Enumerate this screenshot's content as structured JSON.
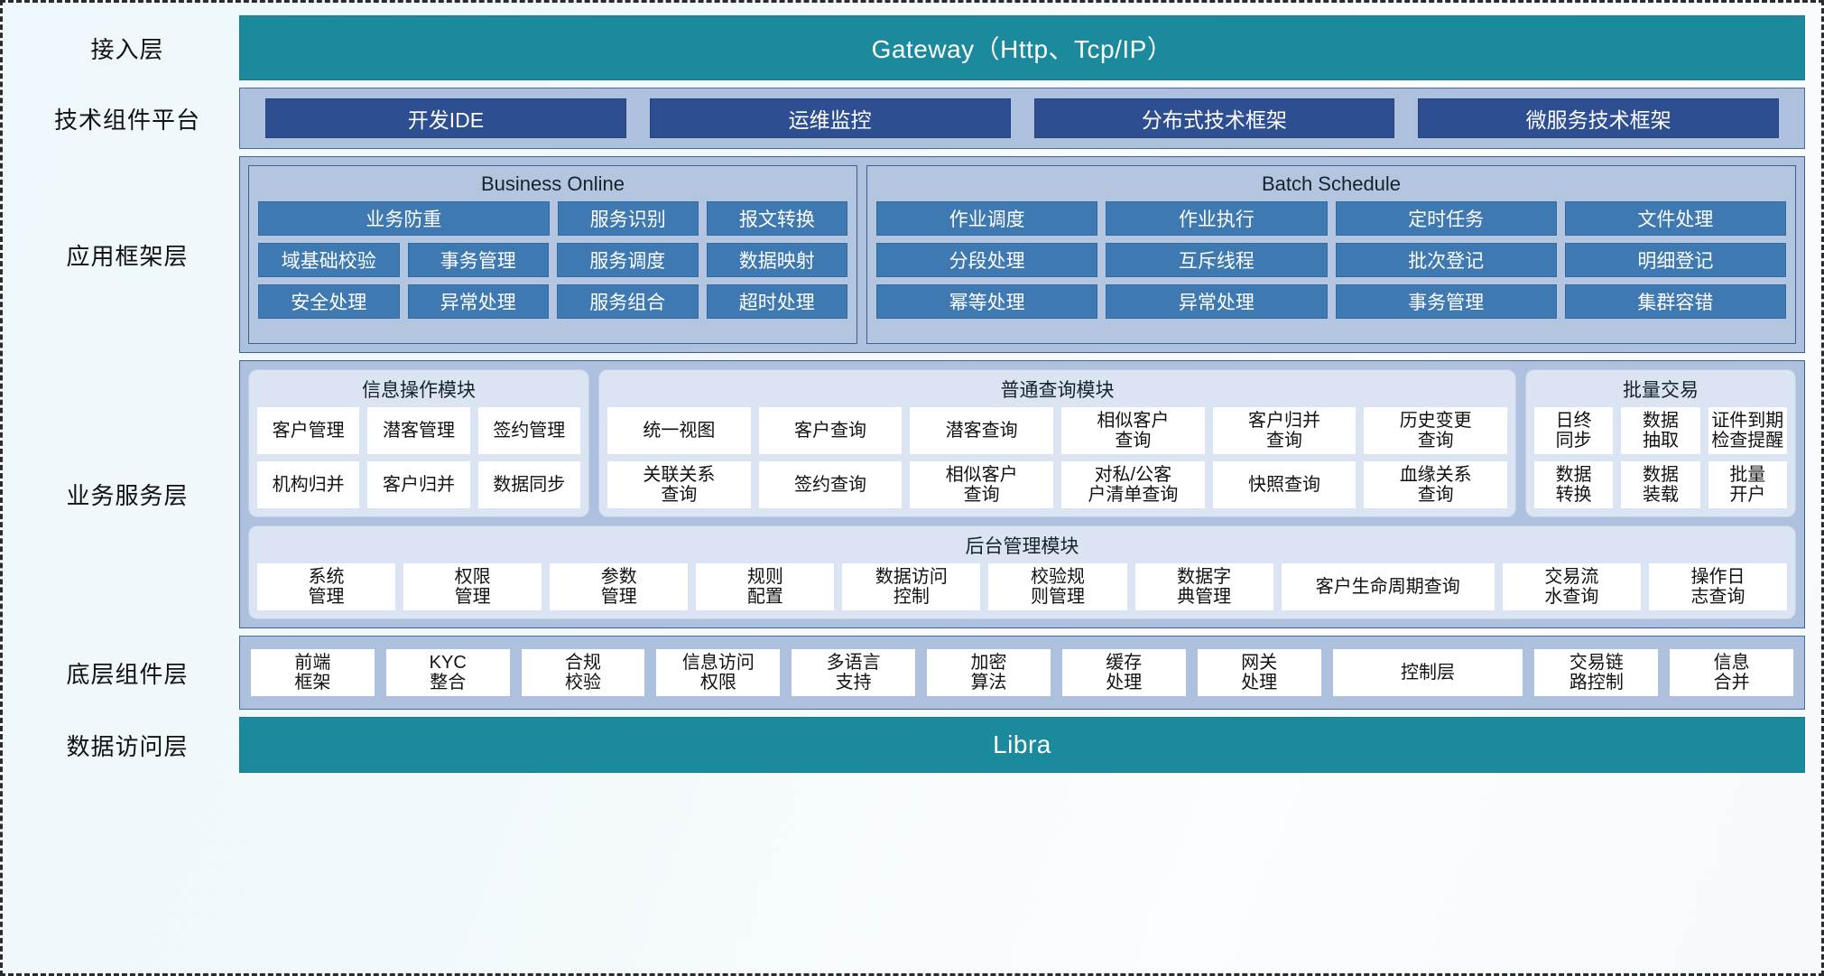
{
  "layers": {
    "access": {
      "label": "接入层",
      "bar": "Gateway（Http、Tcp/IP）"
    },
    "tech_platform": {
      "label": "技术组件平台",
      "items": [
        "开发IDE",
        "运维监控",
        "分布式技术框架",
        "微服务技术框架"
      ]
    },
    "app_framework": {
      "label": "应用框架层",
      "groups": [
        {
          "title": "Business Online",
          "rows": [
            [
              "业务防重",
              "服务识别",
              "报文转换"
            ],
            [
              "域基础校验",
              "事务管理",
              "服务调度",
              "数据映射"
            ],
            [
              "安全处理",
              "异常处理",
              "服务组合",
              "超时处理"
            ]
          ]
        },
        {
          "title": "Batch Schedule",
          "rows": [
            [
              "作业调度",
              "作业执行",
              "定时任务",
              "文件处理"
            ],
            [
              "分段处理",
              "互斥线程",
              "批次登记",
              "明细登记"
            ],
            [
              "幂等处理",
              "异常处理",
              "事务管理",
              "集群容错"
            ]
          ]
        }
      ]
    },
    "business_service": {
      "label": "业务服务层",
      "modules": [
        {
          "title": "信息操作模块",
          "rows": [
            [
              "客户管理",
              "潜客管理",
              "签约管理"
            ],
            [
              "机构归并",
              "客户归并",
              "数据同步"
            ]
          ]
        },
        {
          "title": "普通查询模块",
          "rows": [
            [
              "统一视图",
              "客户查询",
              "潜客查询",
              "相似客户\n查询",
              "客户归并\n查询",
              "历史变更\n查询"
            ],
            [
              "关联关系\n查询",
              "签约查询",
              "相似客户\n查询",
              "对私/公客\n户清单查询",
              "快照查询",
              "血缘关系\n查询"
            ]
          ]
        },
        {
          "title": "批量交易",
          "rows": [
            [
              "日终\n同步",
              "数据\n抽取",
              "证件到期\n检查提醒"
            ],
            [
              "数据\n转换",
              "数据\n装载",
              "批量\n开户"
            ]
          ]
        }
      ],
      "admin_module": {
        "title": "后台管理模块",
        "cells": [
          "系统\n管理",
          "权限\n管理",
          "参数\n管理",
          "规则\n配置",
          "数据访问\n控制",
          "校验规\n则管理",
          "数据字\n典管理",
          "客户生命周期查询",
          "交易流\n水查询",
          "操作日\n志查询"
        ],
        "wide_cell_index": 7
      }
    },
    "base_components": {
      "label": "底层组件层",
      "items": [
        "前端\n框架",
        "KYC\n整合",
        "合规\n校验",
        "信息访问\n权限",
        "多语言\n支持",
        "加密\n算法",
        "缓存\n处理",
        "网关\n处理",
        "控制层",
        "交易链\n路控制",
        "信息\n合并"
      ],
      "wide_cell_index": 8
    },
    "data_access": {
      "label": "数据访问层",
      "bar": "Libra"
    }
  },
  "colors": {
    "teal": "#1b8a9c",
    "dark_blue": "#2e4e92",
    "mid_blue": "#3f79b1",
    "panel_blue": "#adc0de",
    "module_blue": "#dbe4f3",
    "cell_white": "#ffffff"
  }
}
